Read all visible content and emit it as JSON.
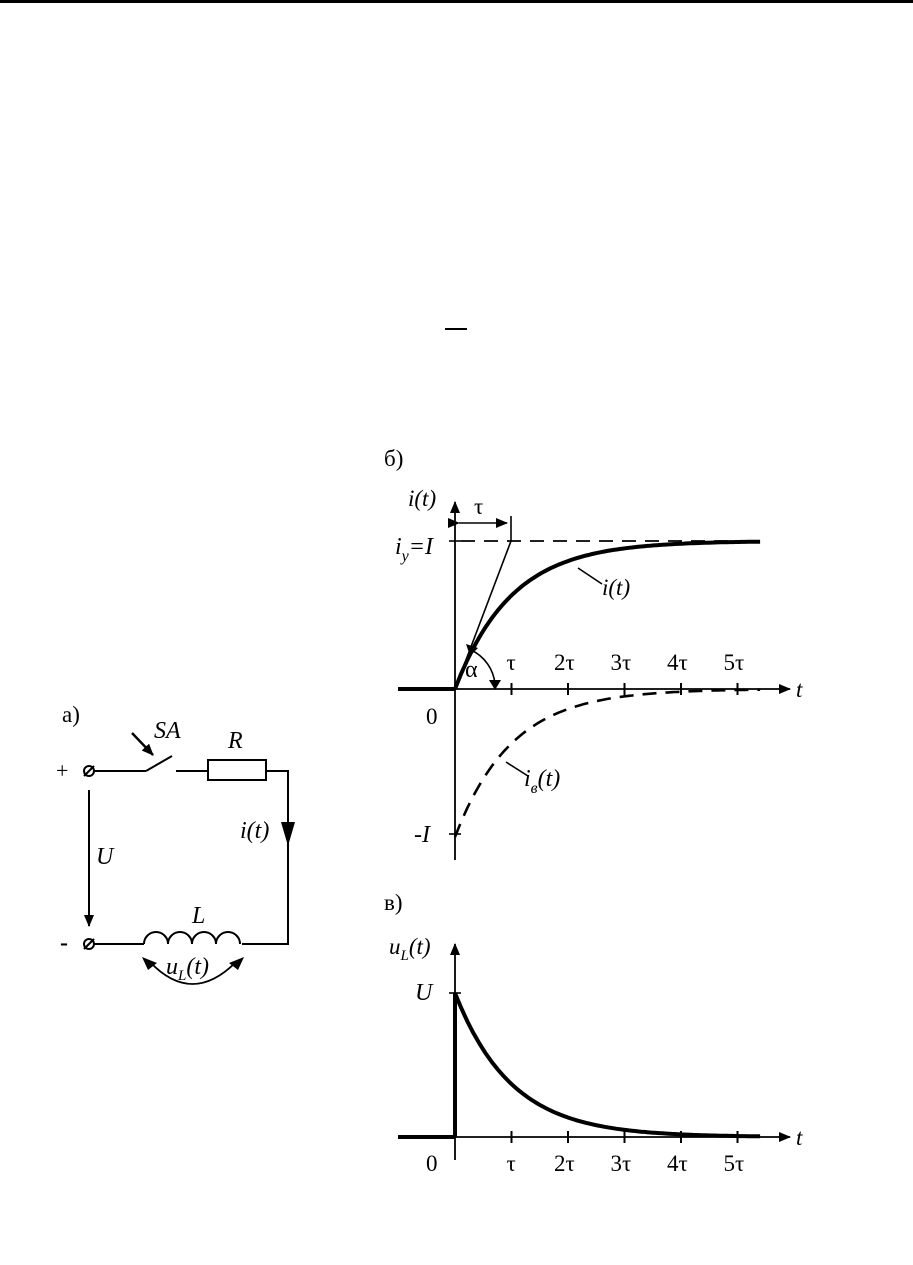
{
  "panels": {
    "a": {
      "label": "а)"
    },
    "b": {
      "label": "б)"
    },
    "c": {
      "label": "в)"
    }
  },
  "circuit": {
    "plus_terminal": "+",
    "minus_terminal": "-",
    "switch_label": "SA",
    "resistor_label": "R",
    "current_label": "i(t)",
    "source_voltage_label": "U",
    "inductor_label": "L",
    "inductor_voltage_main": "u",
    "inductor_voltage_sub": "L",
    "inductor_voltage_tail": "(t)"
  },
  "chart_data": [
    {
      "type": "line",
      "panel": "б)",
      "ylabel": "i(t)",
      "xlabel": "t",
      "x_ticks": [
        "τ",
        "2τ",
        "3τ",
        "4τ",
        "5τ"
      ],
      "origin_label": "0",
      "xlim_tau": [
        -1,
        5.5
      ],
      "ylim_I": [
        -1,
        1.2
      ],
      "tau_marker": "τ",
      "angle_label": "α",
      "y_level_main": "i",
      "y_level_sub": "у",
      "y_level_tail": "=I",
      "y_neg_label": "-I",
      "series": [
        {
          "name": "i(t)",
          "label": "i(t)",
          "style": "solid-bold",
          "formula": "I(1-e^(-t/τ))"
        },
        {
          "name": "i_в(t)",
          "label_main": "i",
          "label_sub": "в",
          "label_tail": "(t)",
          "style": "dashed",
          "formula": "-I·e^(-t/τ)"
        }
      ]
    },
    {
      "type": "line",
      "panel": "в)",
      "ylabel_main": "u",
      "ylabel_sub": "L",
      "ylabel_tail": "(t)",
      "xlabel": "t",
      "x_ticks": [
        "τ",
        "2τ",
        "3τ",
        "4τ",
        "5τ"
      ],
      "origin_label": "0",
      "y_level": "U",
      "xlim_tau": [
        -1,
        5.5
      ],
      "series": [
        {
          "name": "u_L(t)",
          "style": "solid-bold",
          "formula": "U·e^(-t/τ)"
        }
      ]
    }
  ]
}
